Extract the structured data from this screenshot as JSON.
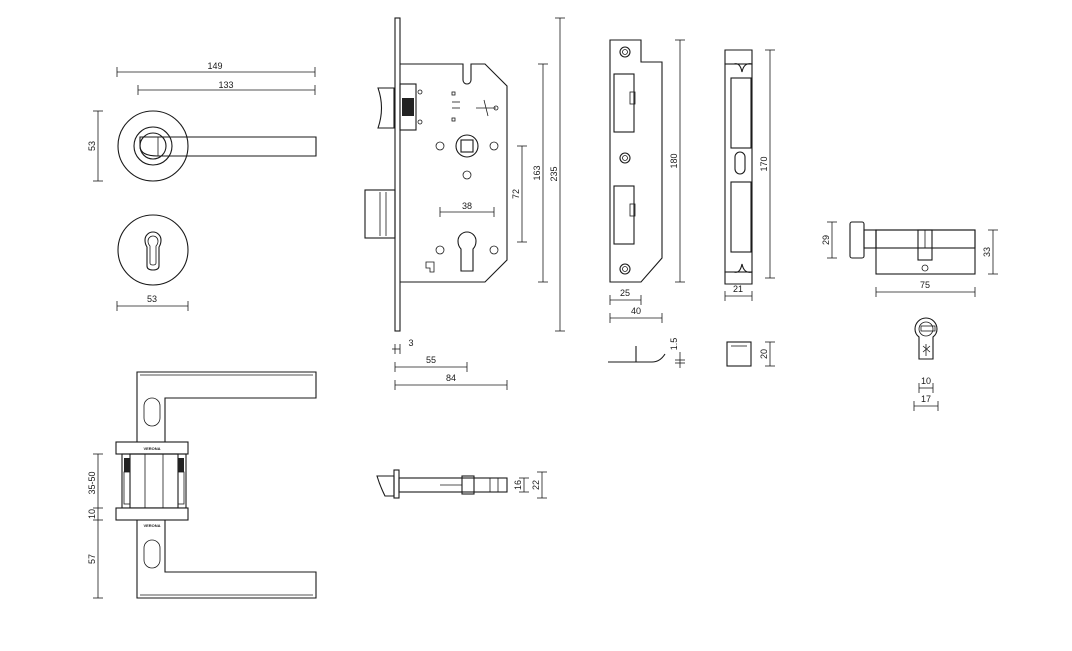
{
  "dimensions": {
    "rose_handle_length": "149",
    "rose_handle_inner": "133",
    "rose_height": "53",
    "escutcheon_width": "53",
    "handle_door_range": "35-50",
    "handle_rose_gap": "10",
    "handle_height": "57",
    "lock_front_thickness": "3",
    "lock_backset_55": "55",
    "lock_body_width": "84",
    "lock_center_38": "38",
    "lock_center_72": "72",
    "lock_body_height": "163",
    "lock_faceplate_height": "235",
    "latch_16": "16",
    "latch_22": "22",
    "strike_width_25": "25",
    "strike_width_40": "40",
    "strike_height": "180",
    "strike_thickness": "1.5",
    "keeper_height": "170",
    "keeper_width": "21",
    "keeper_depth": "20",
    "cylinder_knob": "29",
    "cylinder_height": "33",
    "cylinder_length": "75",
    "cylinder_cam_10": "10",
    "cylinder_width_17": "17"
  },
  "labels": {
    "brand_mark": "VERONA"
  },
  "icons": {
    "cylinder_profile_symbol": "key-mark-icon",
    "lock_follower_symbol": "spindle-mark-icon"
  }
}
